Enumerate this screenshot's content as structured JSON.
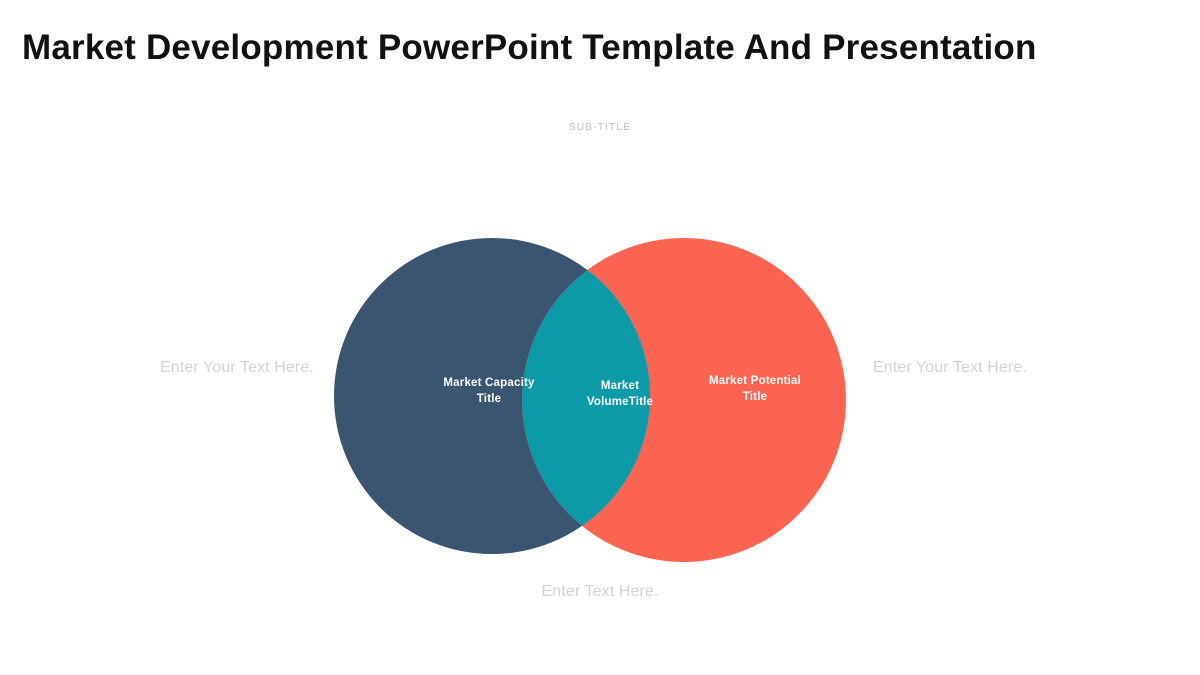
{
  "slide": {
    "background_color": "#ffffff",
    "title": "Market Development PowerPoint Template And Presentation",
    "sub_title": "SUB-TITLE"
  },
  "venn": {
    "left_circle": {
      "label_line1": "Market Capacity",
      "label_line2": "Title",
      "color": "#3a556f"
    },
    "right_circle": {
      "label_line1": "Market Potential",
      "label_line2": "Title",
      "color": "#fa6450"
    },
    "overlap": {
      "label_line1": "Market",
      "label_line2": "VolumeTitle",
      "color": "#0d9aa8"
    }
  },
  "captions": {
    "left": "Enter Your Text Here.",
    "right": "Enter Your Text Here.",
    "bottom": "Enter Text Here.",
    "color": "#cfd2d6"
  }
}
